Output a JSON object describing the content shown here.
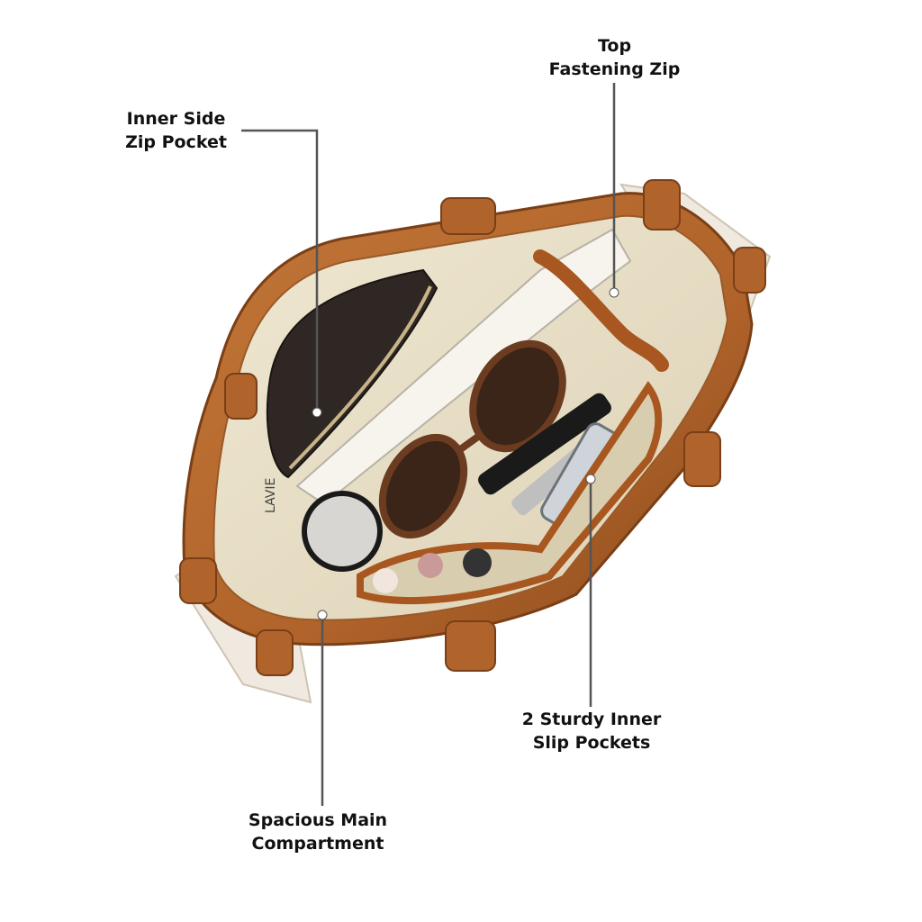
{
  "callouts": {
    "top_zip": {
      "line1": "Top",
      "line2": "Fastening Zip"
    },
    "inner_side_zip": {
      "line1": "Inner Side",
      "line2": "Zip Pocket"
    },
    "slip_pockets": {
      "line1": "2 Sturdy Inner",
      "line2": "Slip Pockets"
    },
    "main_compartment": {
      "line1": "Spacious Main",
      "line2": "Compartment"
    }
  },
  "bag": {
    "brand_print": "LAVIE"
  },
  "colors": {
    "leather": "#b8692e",
    "leather_dark": "#8a4a1c",
    "lining": "#e9e0c9",
    "print_bg": "#efe9e0",
    "leader_line": "#555555"
  }
}
